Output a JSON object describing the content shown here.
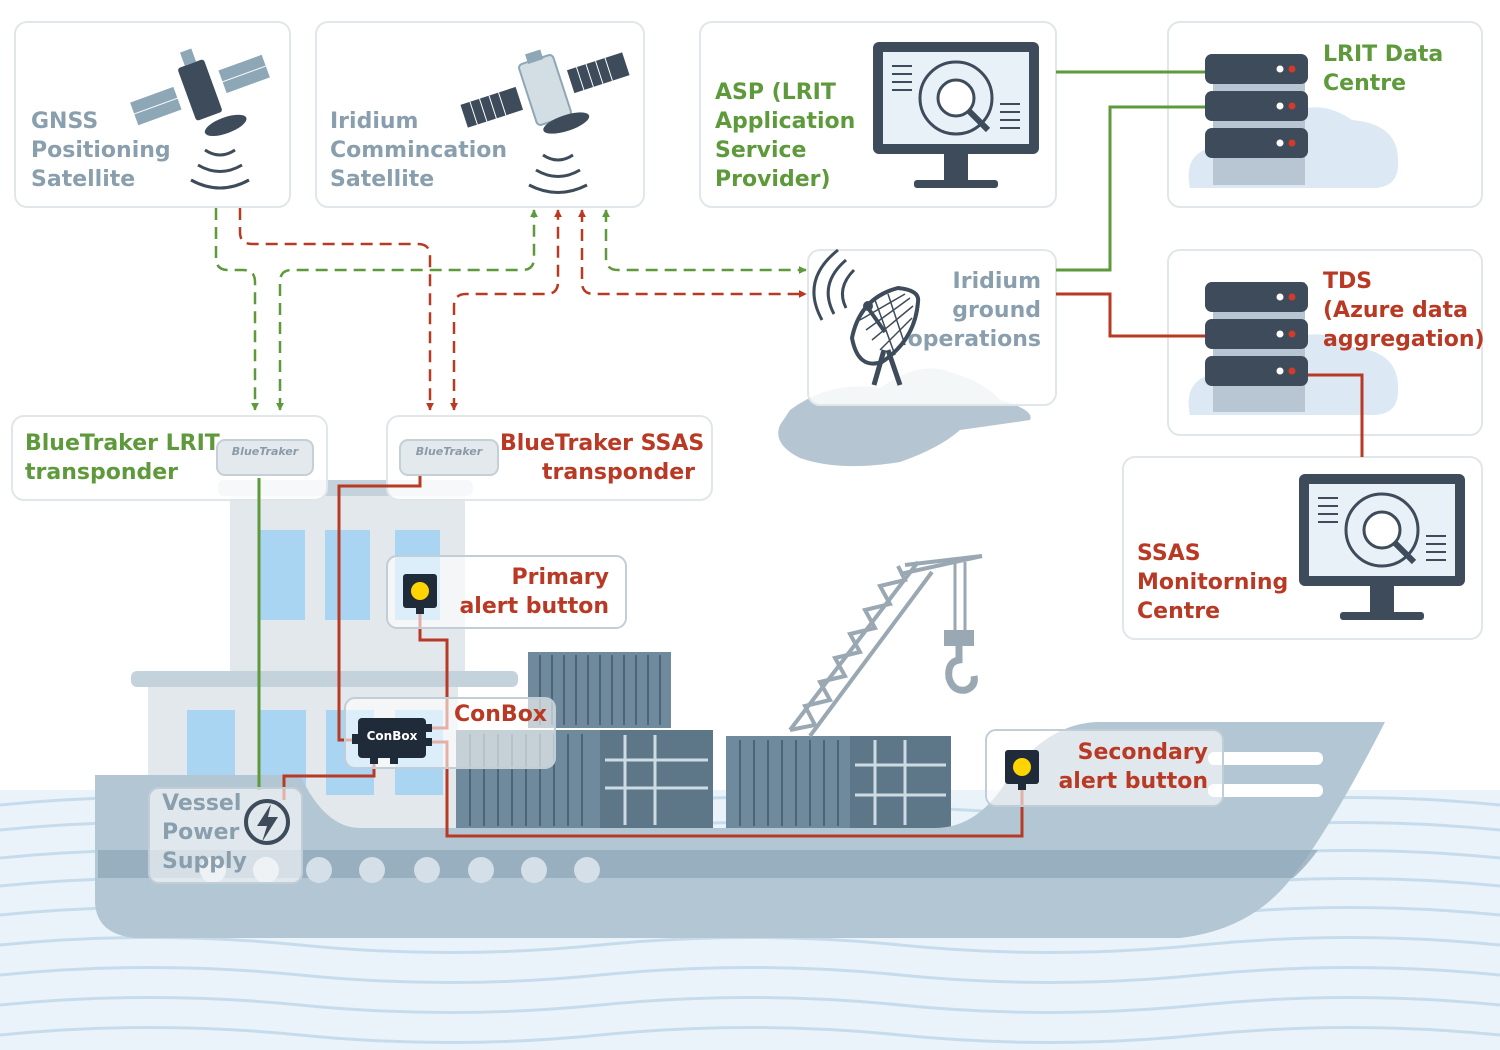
{
  "nodes": {
    "gnss": {
      "lines": [
        "GNSS",
        "Positioning",
        "Satellite"
      ]
    },
    "iridium_sat": {
      "lines": [
        "Iridium",
        "Commincation",
        "Satellite"
      ]
    },
    "asp": {
      "lines": [
        "ASP (LRIT",
        "Application",
        "Service",
        "Provider)"
      ]
    },
    "lrit_dc": {
      "lines": [
        "LRIT Data",
        "Centre"
      ]
    },
    "ground": {
      "lines": [
        "Iridium",
        "ground",
        "operations"
      ]
    },
    "tds": {
      "lines": [
        "TDS",
        "(Azure data",
        "aggregation)"
      ]
    },
    "ssas_mc": {
      "lines": [
        "SSAS",
        "Monitorning",
        "Centre"
      ]
    },
    "lrit_tx": {
      "lines": [
        "BlueTraker LRIT",
        "transponder"
      ]
    },
    "ssas_tx": {
      "lines": [
        "BlueTraker SSAS",
        "transponder"
      ]
    },
    "primary": {
      "lines": [
        "Primary",
        "alert button"
      ]
    },
    "conbox_label": "ConBox",
    "conbox_device": "ConBox",
    "secondary": {
      "lines": [
        "Secondary",
        "alert button"
      ]
    },
    "power": {
      "lines": [
        "Vessel",
        "Power",
        "Supply"
      ]
    }
  },
  "device_brand": "BlueTraker",
  "colors": {
    "lrit_link": "#5e9a3c",
    "ssas_link": "#b93a24",
    "node_text": "#8a9fae",
    "device_dark": "#3d4b5b",
    "ship": "#b3c6d3",
    "alert_button": "#ffd400"
  }
}
